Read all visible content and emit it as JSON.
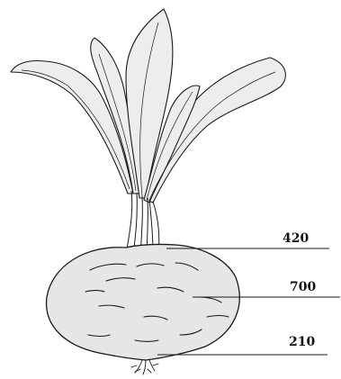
{
  "labels": [
    {
      "id": "top",
      "text": "420"
    },
    {
      "id": "middle",
      "text": "700"
    },
    {
      "id": "bottom",
      "text": "210"
    }
  ],
  "colors": {
    "ink": "#1a1a1a",
    "leaf_fill": "#ededed",
    "bulb_fill": "#e6e6e6",
    "background": "#ffffff"
  }
}
